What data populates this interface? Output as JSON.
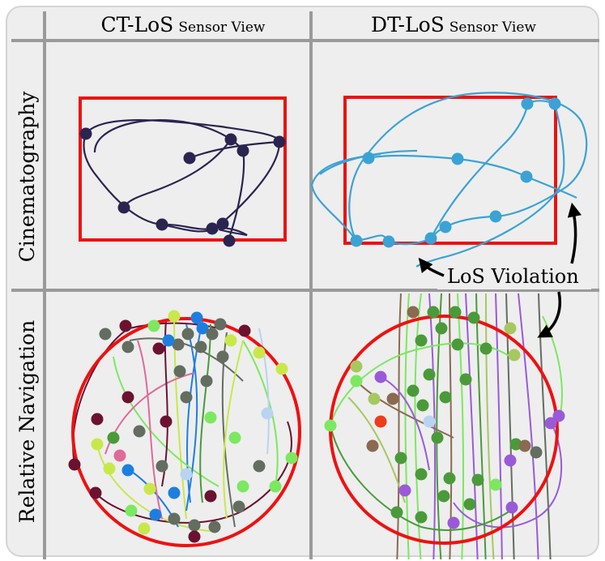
{
  "columns": [
    {
      "main": "CT-LoS",
      "sub": "Sensor View"
    },
    {
      "main": "DT-LoS",
      "sub": "Sensor View"
    }
  ],
  "rows": [
    "Cinematography",
    "Relative Navigation"
  ],
  "annotation": "LoS Violation",
  "colors": {
    "background": "#eeeeee",
    "grid": "#9a9a9a",
    "fov": "#ee1111",
    "ct_trajectory": "#2a2450",
    "dt_trajectory": "#3aa3d4",
    "rel_nav_palette": [
      "#6b1230",
      "#c8e84a",
      "#1e7ee0",
      "#636d60",
      "#b8d4f0",
      "#7ce860",
      "#e06a9a",
      "#4a9a3a",
      "#9a5ad8",
      "#8a6a50",
      "#ef3b1a",
      "#a6c860"
    ]
  },
  "icons": [
    "curved-arrow-icon",
    "curved-arrow-icon",
    "curved-arrow-icon"
  ]
}
